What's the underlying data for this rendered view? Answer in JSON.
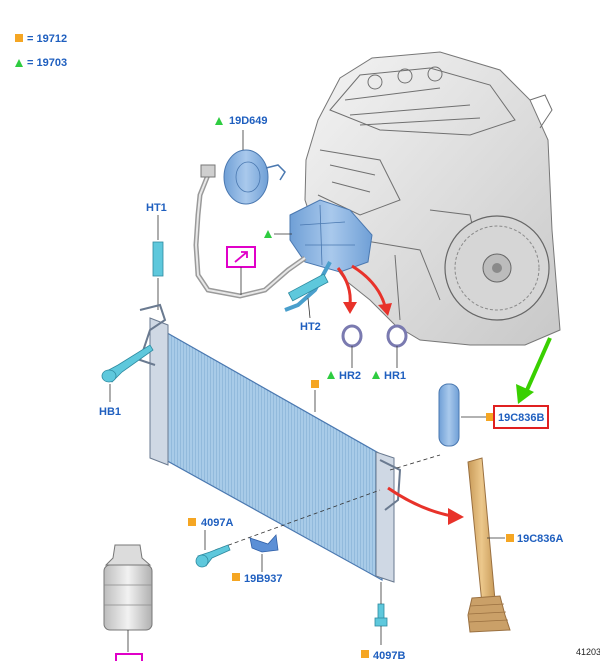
{
  "legend": {
    "items": [
      {
        "symbol": "square",
        "text": "= 19712"
      },
      {
        "symbol": "triangle",
        "text": "= 19703"
      }
    ]
  },
  "callouts": {
    "c19D649": "19D649",
    "cHT1": "HT1",
    "cHT2": "HT2",
    "cHR2": "HR2",
    "cHR1": "HR1",
    "cHB1": "HB1",
    "c19C836B": "19C836B",
    "c19C836A": "19C836A",
    "c4097A": "4097A",
    "c19B937": "19B937",
    "c4097B": "4097B"
  },
  "figure_number": "41203",
  "colors": {
    "square_marker": "#f5a623",
    "triangle_marker": "#2ecc40",
    "label_text": "#1f5fbf",
    "highlight_box": "#e02020",
    "pointer_arrow": "#39d000",
    "flow_arrow": "#e8322a",
    "magenta_box": "#e000c8",
    "component_blue": "#8fb8e0",
    "component_cyan": "#5ec8dc",
    "dryer_tan": "#d8b070"
  }
}
